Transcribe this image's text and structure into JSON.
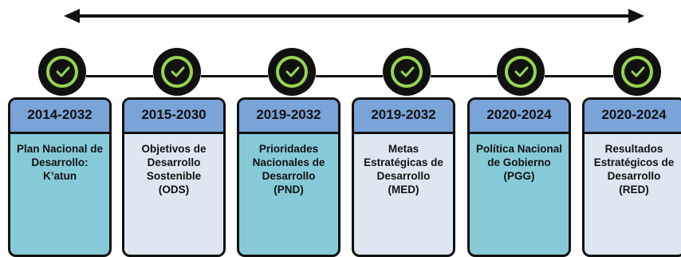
{
  "timeline": {
    "items": [
      {
        "years": "2014-2032",
        "label": "Plan Nacional de\nDesarrollo:\nK’atun",
        "tone": "dark"
      },
      {
        "years": "2015-2030",
        "label": "Objetivos de\nDesarrollo\nSostenible\n(ODS)",
        "tone": "light"
      },
      {
        "years": "2019-2032",
        "label": "Prioridades\nNacionales de\nDesarrollo\n(PND)",
        "tone": "dark"
      },
      {
        "years": "2019-2032",
        "label": "Metas\nEstratégicas de\nDesarrollo\n(MED)",
        "tone": "light"
      },
      {
        "years": "2020-2024",
        "label": "Política Nacional\nde Gobierno\n(PGG)",
        "tone": "dark"
      },
      {
        "years": "2020-2024",
        "label": "Resultados\nEstratégicos de\nDesarrollo\n(RED)",
        "tone": "light"
      }
    ]
  },
  "colors": {
    "check_green": "#96d44f",
    "header_blue": "#7aa3d8",
    "card_teal": "#86cad8",
    "card_light": "#dde6f1"
  },
  "icons": {
    "node": "check-circle-icon",
    "arrow": "double-headed-arrow-icon"
  }
}
